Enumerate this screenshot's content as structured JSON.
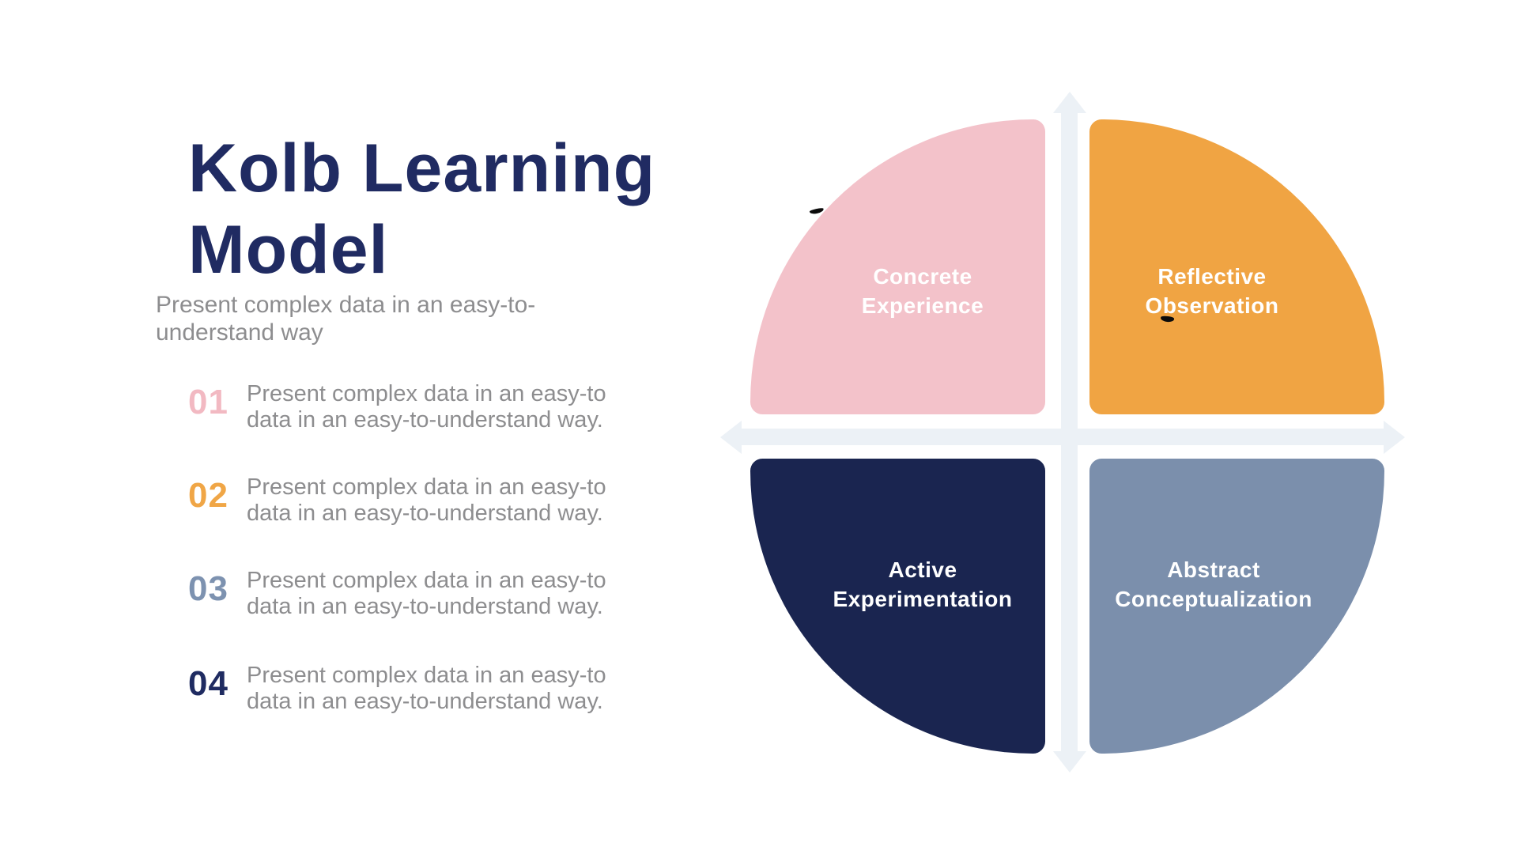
{
  "slide": {
    "background": "#ffffff",
    "title_line1": "Kolb Learning",
    "title_line2": "Model",
    "title_color": "#202B62",
    "subtitle_line1": "Present complex data in an easy-to-",
    "subtitle_line2": "understand way",
    "subtitle_color": "#8D8D8F"
  },
  "list": {
    "text_color": "#8D8D8F",
    "items": [
      {
        "number": "01",
        "number_color": "#F2B9C2",
        "line1": "Present complex data in an easy-to",
        "line2": "data in an easy-to-understand way."
      },
      {
        "number": "02",
        "number_color": "#F0A646",
        "line1": "Present complex data in an easy-to",
        "line2": "data in an easy-to-understand way."
      },
      {
        "number": "03",
        "number_color": "#7D92B0",
        "line1": "Present complex data in an easy-to",
        "line2": "data in an easy-to-understand way."
      },
      {
        "number": "04",
        "number_color": "#1F2B61",
        "line1": "Present complex data in an easy-to",
        "line2": "data in an easy-to-understand way."
      }
    ]
  },
  "diagram": {
    "axis_color": "#ECF1F6",
    "label_color": "#FFFFFF",
    "quadrants": [
      {
        "id": "concrete-experience",
        "line1": "Concrete",
        "line2": "Experience",
        "color": "#F3C2CA"
      },
      {
        "id": "reflective-observation",
        "line1": "Reflective",
        "line2": "Observation",
        "color": "#F0A443"
      },
      {
        "id": "active-experimentation",
        "line1": "Active",
        "line2": "Experimentation",
        "color": "#1A2550"
      },
      {
        "id": "abstract-conceptualization",
        "line1": "Abstract",
        "line2": "Conceptualization",
        "color": "#7B8FAC"
      }
    ]
  }
}
